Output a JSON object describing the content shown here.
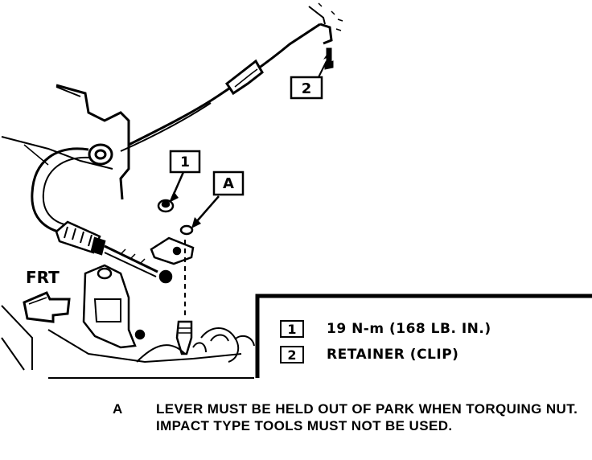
{
  "callouts": {
    "one": "1",
    "two": "2",
    "a": "A",
    "front": "FRT"
  },
  "legend": [
    {
      "key": "1",
      "text": "19 N-m (168 LB. IN.)"
    },
    {
      "key": "2",
      "text": "RETAINER (CLIP)"
    }
  ],
  "note": {
    "letter": "A",
    "text": "LEVER MUST BE HELD OUT OF PARK WHEN TORQUING NUT. IMPACT TYPE TOOLS MUST NOT BE USED."
  }
}
